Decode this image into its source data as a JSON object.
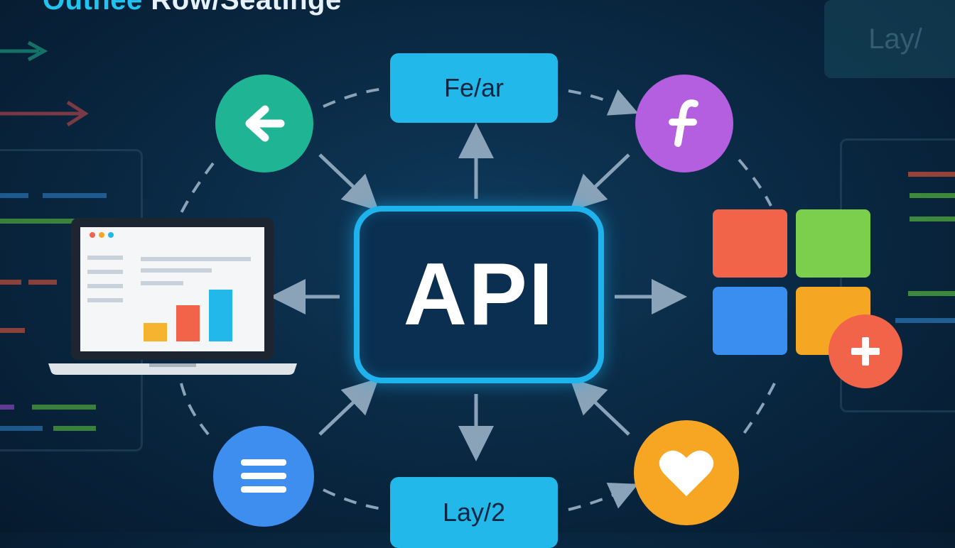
{
  "title": {
    "part1": "Outnee",
    "part2": "Row/Seatinge"
  },
  "top_box": {
    "label": "Fe/ar"
  },
  "bottom_box": {
    "label": "Lay/2"
  },
  "center": {
    "label": "API"
  },
  "background_label": "Lay/",
  "nodes": {
    "top_left": {
      "icon": "arrow-left-icon",
      "color": "#1fb594"
    },
    "top_right": {
      "icon": "function-f-icon",
      "color": "#b45ee0"
    },
    "bottom_left": {
      "icon": "menu-lines-icon",
      "color": "#3e8ef0"
    },
    "bottom_right": {
      "icon": "heart-icon",
      "color": "#f6a623"
    },
    "left": {
      "icon": "laptop-dashboard-icon"
    },
    "right": {
      "icon": "app-tiles-icon",
      "tile_colors": [
        "#f2644a",
        "#7ccf4c",
        "#3a8ef0",
        "#f5a623"
      ],
      "badge_color": "#f2644a"
    }
  },
  "colors": {
    "accent": "#23b8ea",
    "arrow": "#8aa3b8"
  }
}
